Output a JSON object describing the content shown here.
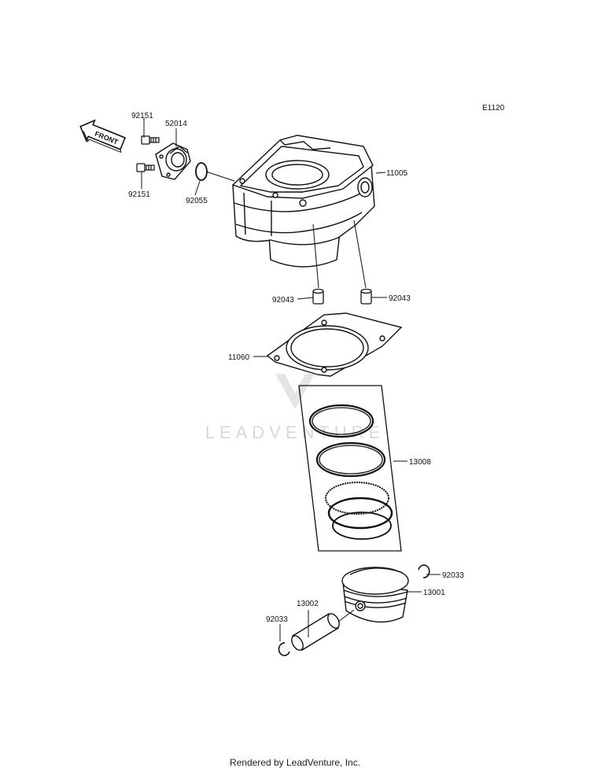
{
  "diagram_code": "E1120",
  "watermark": "LEADVENTURE",
  "front_label": "FRONT",
  "footer": "Rendered by LeadVenture, Inc.",
  "parts": {
    "p92151_top": "92151",
    "p92151_bottom": "92151",
    "p52014": "52014",
    "p92055": "92055",
    "p11005": "11005",
    "p92043_left": "92043",
    "p92043_right": "92043",
    "p11060": "11060",
    "p13008": "13008",
    "p92033_right": "92033",
    "p13001": "13001",
    "p13002": "13002",
    "p92033_left": "92033"
  }
}
